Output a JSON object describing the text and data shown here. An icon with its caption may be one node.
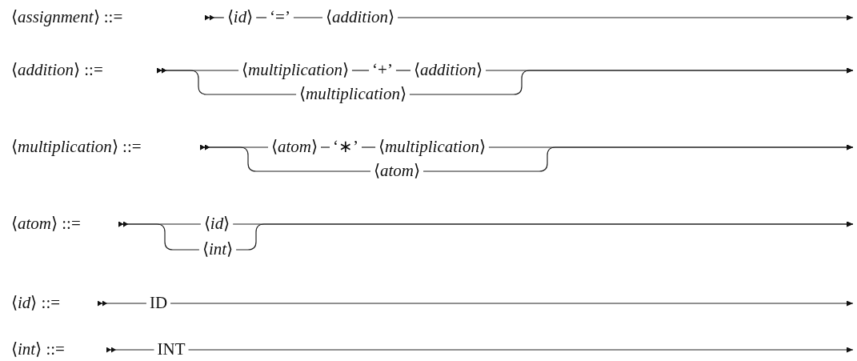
{
  "diagram": {
    "nodes": [
      {
        "text": [
          "⟨*id*⟩"
        ]
      },
      {
        "text": [
          "‘=’"
        ]
      },
      {
        "text": [
          "⟨*addition*⟩"
        ]
      },
      {
        "text": [
          "⟨*multiplication*⟩"
        ]
      },
      {
        "text": [
          "‘+’"
        ]
      },
      {
        "text": [
          "⟨*addition*⟩"
        ]
      },
      {
        "text": [
          "⟨*multiplication*⟩"
        ]
      },
      {
        "text": [
          "⟨*atom*⟩"
        ]
      },
      {
        "text": [
          "‘∗’"
        ]
      },
      {
        "text": [
          "⟨*multiplication*⟩"
        ]
      },
      {
        "text": [
          "⟨*atom*⟩"
        ]
      },
      {
        "text": [
          "⟨*id*⟩"
        ]
      },
      {
        "text": [
          "⟨*int*⟩"
        ]
      },
      {
        "text": [
          "ID"
        ]
      },
      {
        "text": [
          "INT"
        ]
      }
    ],
    "edges": [
      {
        "from": null,
        "to": 0,
        "arrow": "other"
      },
      {
        "from": 0,
        "to": 1,
        "arrow": "none"
      },
      {
        "from": 1,
        "to": 2,
        "arrow": "none"
      },
      {
        "from": 2,
        "to": null,
        "arrow": "to"
      },
      {
        "from": null,
        "to": 3,
        "arrow": "other"
      },
      {
        "from": 3,
        "to": 4,
        "arrow": "none"
      },
      {
        "from": 4,
        "to": 5,
        "arrow": "none"
      },
      {
        "from": 5,
        "to": null,
        "arrow": "to"
      },
      {
        "from": null,
        "to": 6,
        "arrow": "other"
      },
      {
        "from": 6,
        "to": null,
        "arrow": "to"
      },
      {
        "from": null,
        "to": 7,
        "arrow": "other"
      },
      {
        "from": 7,
        "to": 8,
        "arrow": "none"
      },
      {
        "from": 8,
        "to": 9,
        "arrow": "none"
      },
      {
        "from": 9,
        "to": null,
        "arrow": "to"
      },
      {
        "from": null,
        "to": 10,
        "arrow": "other"
      },
      {
        "from": 10,
        "to": null,
        "arrow": "to"
      },
      {
        "from": null,
        "to": 11,
        "arrow": "other"
      },
      {
        "from": 11,
        "to": null,
        "arrow": "to"
      },
      {
        "from": null,
        "to": 12,
        "arrow": "other"
      },
      {
        "from": 12,
        "to": null,
        "arrow": "to"
      },
      {
        "from": null,
        "to": 13,
        "arrow": "other"
      },
      {
        "from": 13,
        "to": null,
        "arrow": "to"
      },
      {
        "from": null,
        "to": 14,
        "arrow": "other"
      },
      {
        "from": 14,
        "to": null,
        "arrow": "to"
      }
    ],
    "labels": [
      "⟨*assignment*⟩ ::=",
      "⟨*addition*⟩ ::=",
      "⟨*multiplication*⟩ ::=",
      "⟨*atom*⟩ ::=",
      "⟨*id*⟩ ::=",
      "⟨*int*⟩ ::="
    ]
  }
}
